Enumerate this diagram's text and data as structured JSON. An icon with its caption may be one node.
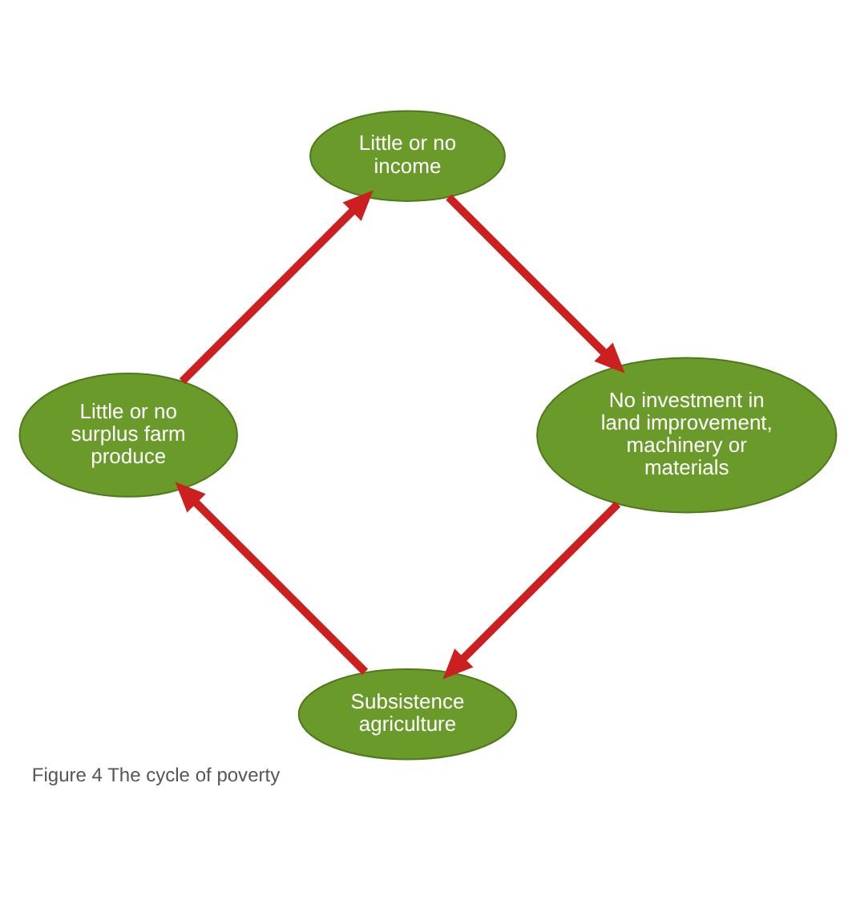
{
  "diagram": {
    "caption": "Figure 4 The cycle of poverty",
    "nodes": [
      {
        "text": [
          "Subsistence agriculture"
        ]
      },
      {
        "text": [
          "Little or no surplus farm produce"
        ]
      },
      {
        "text": [
          "Little or no income"
        ]
      },
      {
        "text": [
          "No investment in land improvement, machinery or materials"
        ]
      }
    ],
    "edges": [
      {
        "from": 0,
        "to": 1,
        "arrow": "to"
      },
      {
        "from": 1,
        "to": 2,
        "arrow": "to"
      },
      {
        "from": 2,
        "to": 3,
        "arrow": "to"
      },
      {
        "from": 3,
        "to": 0,
        "arrow": "to"
      }
    ]
  }
}
